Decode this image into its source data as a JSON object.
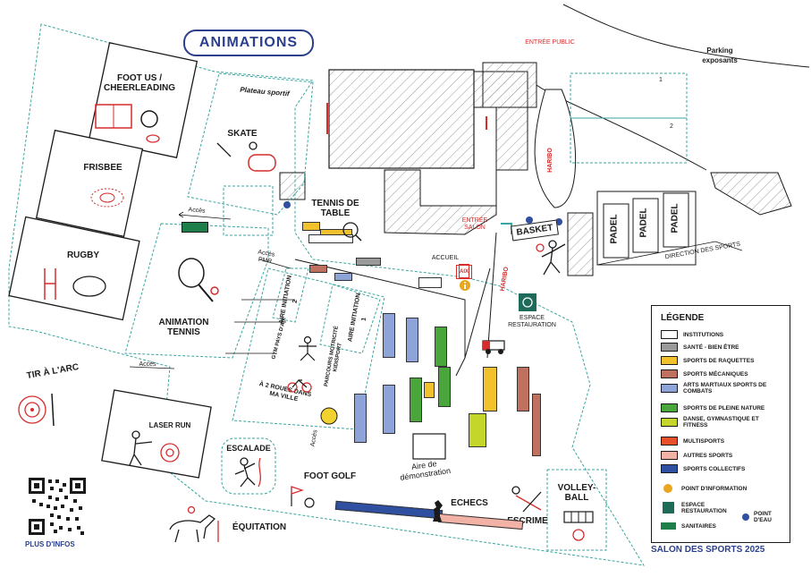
{
  "title": "ANIMATIONS",
  "zones": {
    "foot_us": "FOOT US / CHEERLEADING",
    "frisbee": "FRISBEE",
    "rugby": "RUGBY",
    "animation_tennis": "ANIMATION TENNIS",
    "tir_arc": "TIR À L'ARC",
    "laser_run": "LASER RUN",
    "escalade": "ESCALADE",
    "equitation": "ÉQUITATION",
    "foot_golf": "FOOT GOLF",
    "skate": "SKATE",
    "plateau_sportif": "Plateau sportif",
    "tennis_table": "TENNIS DE TABLE",
    "basket": "BASKET",
    "padel": "PADEL",
    "volley_ball": "VOLLEY-BALL",
    "escrime": "ESCRIME",
    "echecs": "ECHECS",
    "aire_demo": "Aire de démonstration",
    "aire_init_2": "AIRE INITIATION 2",
    "aire_init_1": "AIRE INITIATION 1",
    "gym_pays_aix": "GYM PAYS D'AIX",
    "parcours_motricite": "PARCOURS MOTRICITÉ KIDISPORT",
    "deux_roues": "À 2 ROUES DANS MA VILLE",
    "espace_restauration": "ESPACE RESTAURATION",
    "accueil": "ACCUEIL",
    "parking": "Parking exposants",
    "entree_public": "ENTRÉE PUBLIC",
    "entree_salon": "ENTRÉE SALON",
    "direction_sports": "DIRECTION DES SPORTS",
    "haribo": "HARIBO",
    "acces": "Accès",
    "acces_pmr": "Accès PMR",
    "parking_1": "1",
    "parking_2": "2",
    "aix": "AIX"
  },
  "legend": {
    "title": "LÉGENDE",
    "items": [
      {
        "label": "INSTITUTIONS",
        "color": "#ffffff"
      },
      {
        "label": "SANTÉ - BIEN ÊTRE",
        "color": "#9a9a9a"
      },
      {
        "label": "SPORTS DE RAQUETTES",
        "color": "#f2c12e"
      },
      {
        "label": "SPORTS MÉCANIQUES",
        "color": "#c0705e"
      },
      {
        "label": "ARTS MARTIAUX SPORTS DE COMBATS",
        "color": "#8ea3d8"
      },
      {
        "label": "SPORTS DE PLEINE NATURE",
        "color": "#4aa63a"
      },
      {
        "label": "DANSE, GYMNASTIQUE ET FITNESS",
        "color": "#c4d62a"
      },
      {
        "label": "MULTISPORTS",
        "color": "#e8502c"
      },
      {
        "label": "AUTRES SPORTS",
        "color": "#f3b2a6"
      },
      {
        "label": "SPORTS COLLECTIFS",
        "color": "#2f4fa0"
      }
    ],
    "point_info": "POINT D'INFORMATION",
    "restauration": "ESPACE RESTAURATION",
    "sanitaires": "SANITAIRES",
    "point_eau": "POINT D'EAU"
  },
  "footer": {
    "salon": "SALON DES SPORTS 2025",
    "plus_infos": "PLUS D'INFOS"
  },
  "colors": {
    "brand_blue": "#2b3f8c",
    "teal_dash": "#3aa5a0",
    "accent_red": "#d62c2c",
    "water_dot": "#2f4fa0"
  }
}
